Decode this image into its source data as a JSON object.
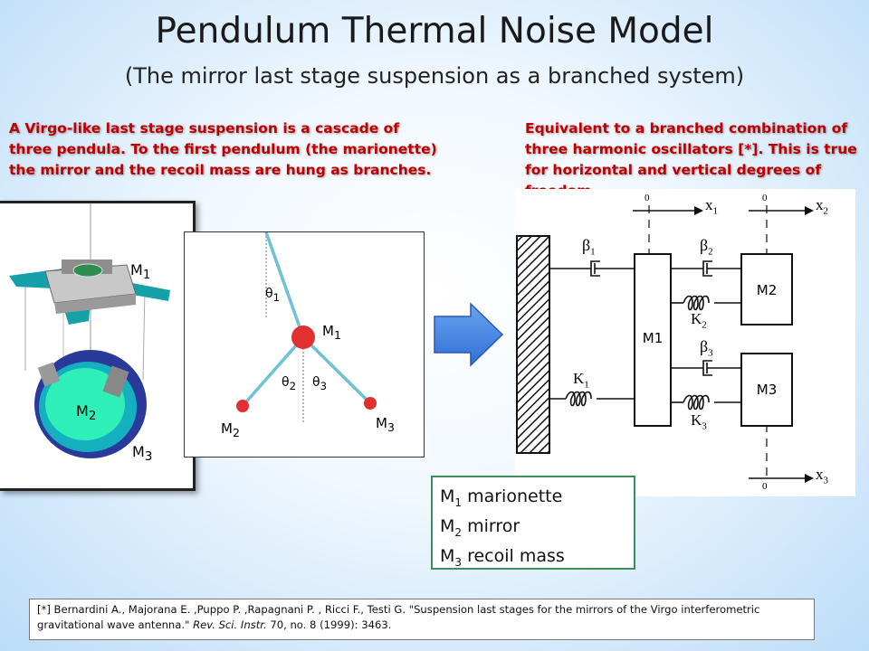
{
  "title": "Pendulum Thermal Noise Model",
  "subtitle": "(The mirror last stage suspension as a branched system)",
  "left_description": "A Virgo-like last stage suspension is a cascade of three pendula.  To the first pendulum (the marionette) the mirror and the recoil mass are hung as branches.",
  "right_description": "Equivalent to a branched combination of three harmonic oscillators [*]. This is true for horizontal and vertical degrees of freedom.",
  "photo_labels": {
    "m1": {
      "base": "M",
      "sub": "1"
    },
    "m2": {
      "base": "M",
      "sub": "2"
    },
    "m3": {
      "base": "M",
      "sub": "3"
    }
  },
  "pendulum_labels": {
    "theta1": {
      "base": "θ",
      "sub": "1"
    },
    "theta2": {
      "base": "θ",
      "sub": "2"
    },
    "theta3": {
      "base": "θ",
      "sub": "3"
    },
    "m1": {
      "base": "M",
      "sub": "1"
    },
    "m2": {
      "base": "M",
      "sub": "2"
    },
    "m3": {
      "base": "M",
      "sub": "3"
    }
  },
  "scheme_labels": {
    "x1": {
      "base": "x",
      "sub": "1"
    },
    "x2": {
      "base": "x",
      "sub": "2"
    },
    "x3": {
      "base": "x",
      "sub": "3"
    },
    "zero": "0",
    "beta1": {
      "base": "β",
      "sub": "1"
    },
    "beta2": {
      "base": "β",
      "sub": "2"
    },
    "beta3": {
      "base": "β",
      "sub": "3"
    },
    "k1": {
      "base": "K",
      "sub": "1"
    },
    "k2": {
      "base": "K",
      "sub": "2"
    },
    "k3": {
      "base": "K",
      "sub": "3"
    },
    "m1": "M1",
    "m2": "M2",
    "m3": "M3"
  },
  "legend": [
    {
      "base": "M",
      "sub": "1",
      "text": "marionette"
    },
    {
      "base": "M",
      "sub": "2",
      "text": "mirror"
    },
    {
      "base": "M",
      "sub": "3",
      "text": "recoil mass"
    }
  ],
  "reference": {
    "prefix": "[*] Bernardini A., Majorana E. ,Puppo P. ,Rapagnani P. , Ricci F., Testi G. \"Suspension last stages for the mirrors of the Virgo interferometric gravitational wave antenna.\" ",
    "journal": "Rev. Sci. Instr.",
    "suffix": " 70, no. 8 (1999): 3463."
  },
  "colors": {
    "accent_red": "#c00000",
    "pendulum_mass": "#e03030",
    "pendulum_rod": "#6fc0d8",
    "arrow_blue": "#3f7ee0",
    "legend_border": "#3c8f59"
  }
}
